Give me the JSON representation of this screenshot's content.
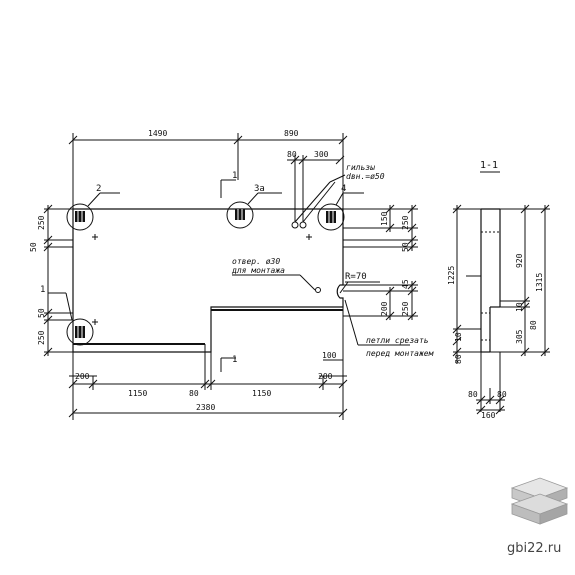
{
  "drawing": {
    "plan_dims": {
      "top_left": "1490",
      "top_right": "890",
      "sleeve_a": "80",
      "sleeve_b": "300",
      "bottom_left_200": "200",
      "bottom_1150_a": "1150",
      "bottom_80": "80",
      "bottom_1150_b": "1150",
      "bottom_right_200": "200",
      "bottom_total": "2380",
      "right_100": "100",
      "left_250_top": "250",
      "left_50_top": "50",
      "left_50_bottom": "50",
      "left_250_bottom": "250",
      "right_150": "150",
      "right_250_top": "250",
      "right_50": "50",
      "right_45": "45",
      "right_200": "200",
      "right_250_bottom": "250"
    },
    "labels": {
      "loop_2": "2",
      "loop_3a": "3а",
      "loop_4": "4",
      "loop_1": "1",
      "section_cut_top": "1",
      "section_cut_bottom": "1",
      "radius": "R=70",
      "sleeves_title": "гильзы",
      "sleeves_dia": "dвн.=ø50",
      "hole_title": "отвер. ø30",
      "hole_purpose": "для монтажа",
      "cut_note_1": "петли срезать",
      "cut_note_2": "перед монтажем"
    },
    "section": {
      "title": "1-1",
      "dim_1225": "1225",
      "dim_920": "920",
      "dim_1315": "1315",
      "dim_10_right": "10",
      "dim_80_right": "80",
      "dim_305": "305",
      "dim_10_left": "10",
      "dim_80_left": "80",
      "bottom_80_a": "80",
      "bottom_80_b": "80",
      "bottom_160": "160"
    }
  },
  "watermark": {
    "site": "gbi22.ru"
  }
}
